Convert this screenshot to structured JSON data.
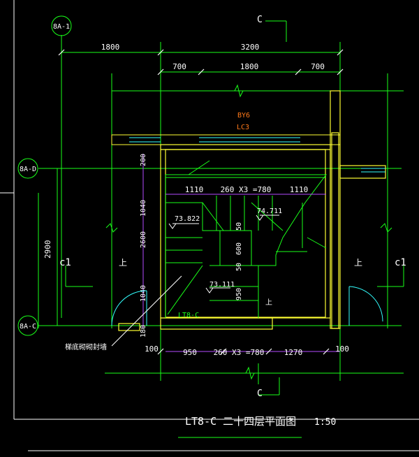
{
  "colors": {
    "background": "#000000",
    "white": "#ffffff",
    "green": "#19ff19",
    "yellow": "#ffff33",
    "cyan": "#33ffff",
    "magenta": "#b44bff",
    "red": "#ff3b3b",
    "orange": "#ff7a1a"
  },
  "axes": {
    "top": "8A-1",
    "left_upper": "8A-D",
    "left_lower": "8A-C"
  },
  "section_marks": {
    "top": "C",
    "bottom": "C"
  },
  "dimensions": {
    "top_row1": [
      "1800",
      "3200"
    ],
    "top_row2": [
      "700",
      "1800",
      "700"
    ],
    "left_total": "2900",
    "inner_left": [
      "200",
      "1040",
      "2600",
      "1040",
      "180"
    ],
    "stair_row": [
      "1110",
      "260 X3 =780",
      "1110"
    ],
    "bottom_row": [
      "100",
      "950",
      "260 X3 =780",
      "1270",
      "100"
    ],
    "vertical_mid": [
      "50",
      "600",
      "50",
      "950"
    ]
  },
  "elevations": [
    "73.822",
    "74.711",
    "73.111"
  ],
  "labels": {
    "window_top": "BY6",
    "window_top2": "LC3",
    "c1_left": "c1",
    "c1_right": "c1",
    "stair_tag": "LT8-C",
    "mark_up": "上",
    "mark_up2": "上",
    "mark_right": "上",
    "note_label": "梯底砌砌封墙",
    "title": "LT8-C 二十四层平面图",
    "scale": "1:50"
  }
}
